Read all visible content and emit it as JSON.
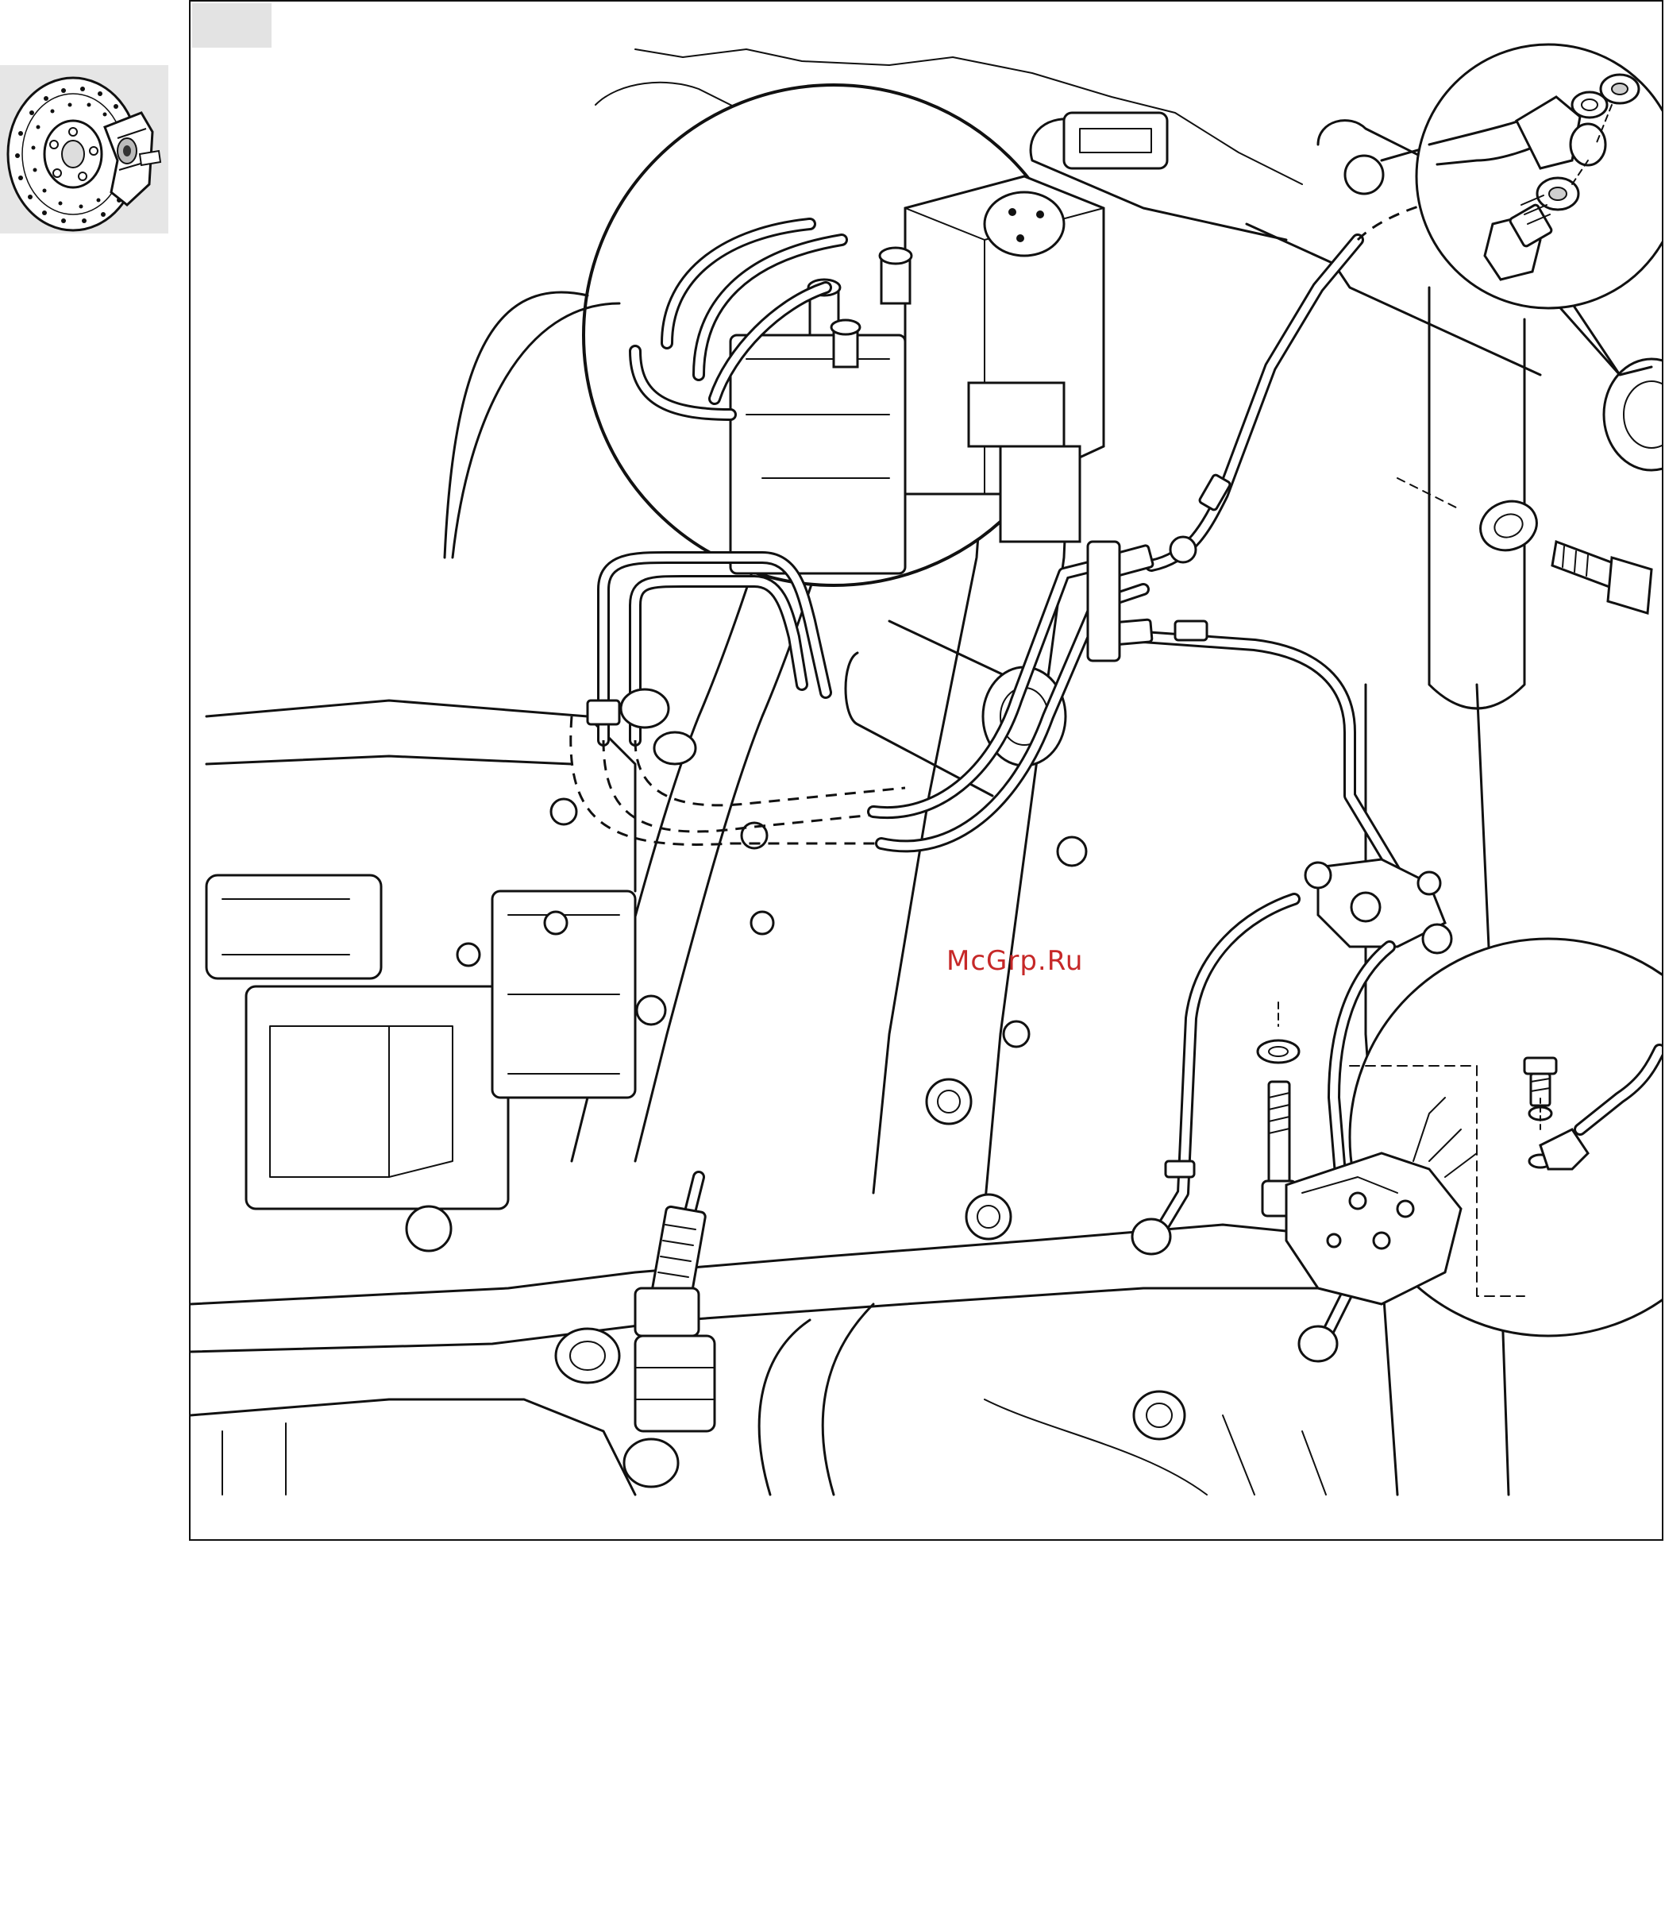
{
  "page": {
    "watermark": "McGrp.Ru"
  },
  "figure": {
    "thumbnail_icon": "brake-disc-caliper-icon",
    "components": [
      "abs-hydraulic-unit-detail",
      "brake-pipe-bundle",
      "pipe-junction-block",
      "banjo-bolt-detail",
      "caliper-connection-detail",
      "mounting-bolt-and-washer"
    ]
  }
}
